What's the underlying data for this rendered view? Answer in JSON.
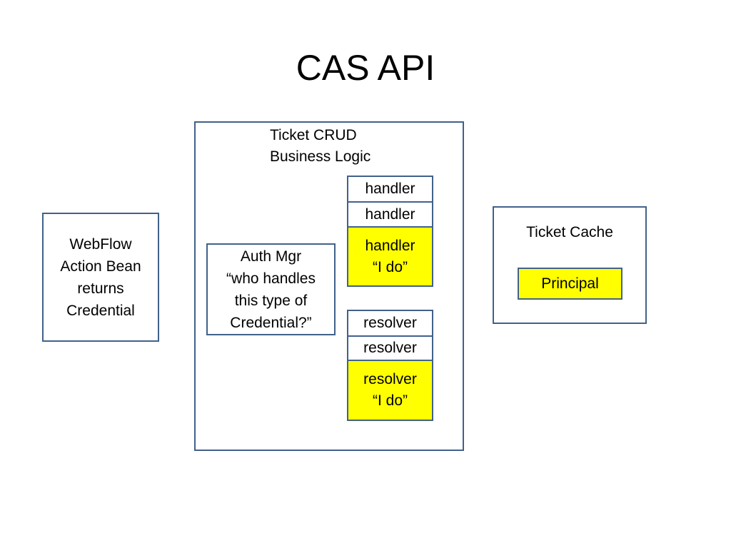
{
  "title": "CAS API",
  "webflow": {
    "text": "WebFlow\nAction Bean\nreturns\nCredential"
  },
  "core": {
    "label": "Ticket CRUD\nBusiness Logic"
  },
  "auth_mgr": {
    "text": "Auth Mgr\n“who handles\nthis type of\nCredential?”"
  },
  "handlers": [
    {
      "text": "handler",
      "highlighted": false
    },
    {
      "text": "handler",
      "highlighted": false
    },
    {
      "text": "handler\n“I do”",
      "highlighted": true
    }
  ],
  "resolvers": [
    {
      "text": "resolver",
      "highlighted": false
    },
    {
      "text": "resolver",
      "highlighted": false
    },
    {
      "text": "resolver\n“I do”",
      "highlighted": true
    }
  ],
  "ticket_cache": {
    "label": "Ticket Cache",
    "principal": "Principal"
  },
  "colors": {
    "border": "#41618a",
    "highlight": "#ffff00"
  }
}
